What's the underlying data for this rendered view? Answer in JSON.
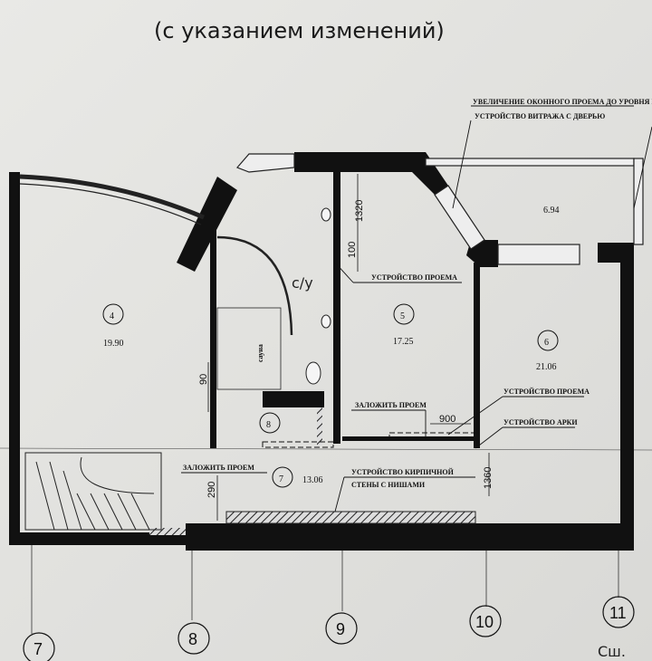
{
  "title": {
    "subtitle": "(с указанием изменений)"
  },
  "annotations": {
    "window_enlarge": "УВЕЛИЧЕНИЕ ОКОННОГО ПРОЕМА ДО УРОВНЯ ПОЛ",
    "stained_glass": "УСТРОЙСТВО ВИТРАЖА С ДВЕРЬЮ",
    "opening_top": "УСТРОЙСТВО ПРОЕМА",
    "close_opening_mid": "ЗАЛОЖИТЬ ПРОЕМ",
    "opening_right": "УСТРОЙСТВО ПРОЕМА",
    "arch": "УСТРОЙСТВО АРКИ",
    "close_opening_left": "ЗАЛОЖИТЬ ПРОЕМ",
    "brick_wall_1": "УСТРОЙСТВО КИРПИЧНОЙ",
    "brick_wall_2": "СТЕНЫ С НИШАМИ",
    "bathroom": "с/у",
    "sauna": "сауна"
  },
  "rooms": [
    {
      "number": "4",
      "area": "19.90"
    },
    {
      "number": "5",
      "area": "17.25"
    },
    {
      "number": "6",
      "area": "21.06"
    },
    {
      "number": "7",
      "area": "13.06"
    },
    {
      "number": "8",
      "area": ""
    },
    {
      "number": "",
      "area": "6.94"
    }
  ],
  "dimensions": [
    "1320",
    "100",
    "90",
    "900",
    "290",
    "1360"
  ],
  "axes": [
    "7",
    "8",
    "9",
    "10",
    "11"
  ],
  "signature": "Сш."
}
